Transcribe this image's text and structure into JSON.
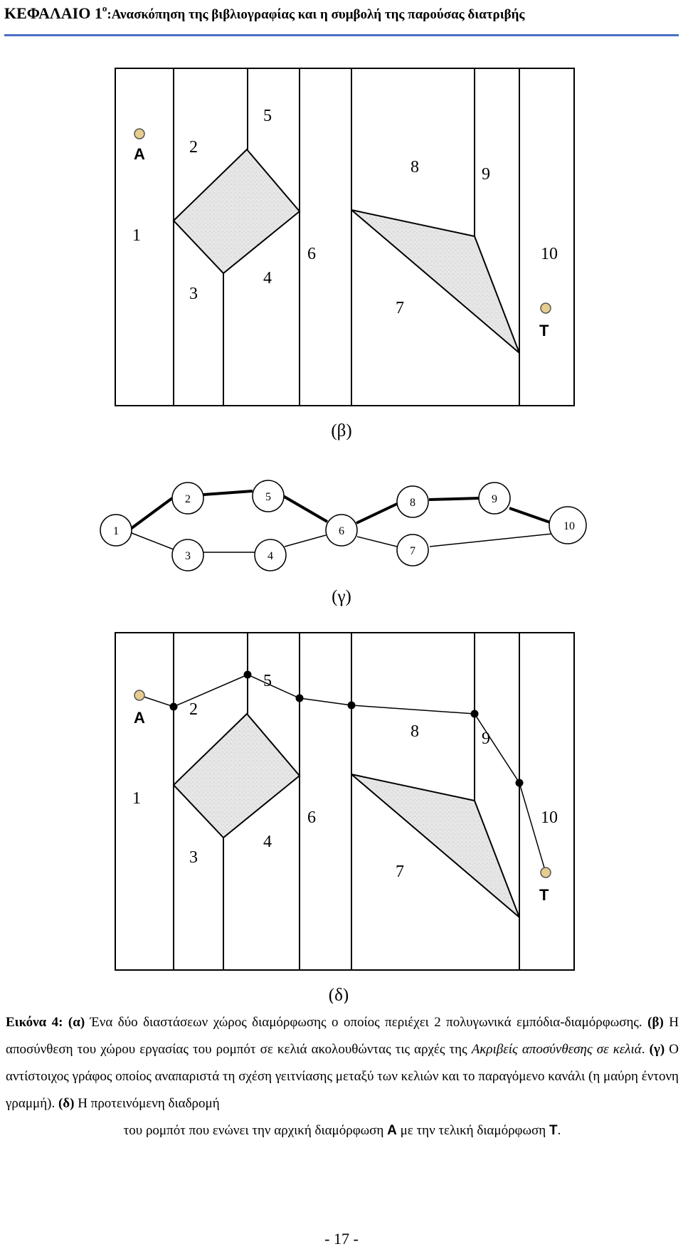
{
  "header": {
    "main": "ΚΕΦΑΛΑΙΟ 1",
    "sup": "ο",
    "sub": ":Ανασκόπηση της βιβλιογραφίας και η συμβολή της παρούσας διατριβής"
  },
  "figure_beta": {
    "label": "(β)",
    "start_label": "A",
    "target_label": "T",
    "cells": [
      "1",
      "2",
      "3",
      "4",
      "5",
      "6",
      "7",
      "8",
      "9",
      "10"
    ]
  },
  "figure_gamma": {
    "label": "(γ)",
    "nodes": [
      "1",
      "2",
      "3",
      "4",
      "5",
      "6",
      "7",
      "8",
      "9",
      "10"
    ]
  },
  "figure_delta": {
    "label": "(δ)",
    "start_label": "A",
    "target_label": "T",
    "cells": [
      "1",
      "2",
      "3",
      "4",
      "5",
      "6",
      "7",
      "8",
      "9",
      "10"
    ]
  },
  "caption": {
    "fig_label": "Εικόνα 4:",
    "a_label": "(α)",
    "a_text": " Ένα δύο διαστάσεων χώρος διαμόρφωσης ο οποίος περιέχει 2 πολυγωνικά εμπόδια-διαμόρφωσης. ",
    "b_label": "(β)",
    "b_text": " Η αποσύνθεση του χώρου εργασίας του ρομπότ σε κελιά ακολουθώντας τις αρχές της ",
    "b_italic": "Ακριβείς αποσύνθεσης σε κελιά",
    "b_end": ". ",
    "c_label": "(γ)",
    "c_text": " Ο αντίστοιχος γράφος οποίος αναπαριστά τη σχέση γειτνίασης μεταξύ των κελιών και το παραγόμενο κανάλι (η μαύρη έντονη γραμμή). ",
    "d_label": "(δ)",
    "d_text": " Η προτεινόμενη διαδρομή",
    "line_last_a": "του ρομπότ που ενώνει την αρχική διαμόρφωση ",
    "A": "A",
    "line_last_b": " με την τελική διαμόρφωση ",
    "T": "T",
    "line_last_end": "."
  },
  "page_number": "- 17 -"
}
